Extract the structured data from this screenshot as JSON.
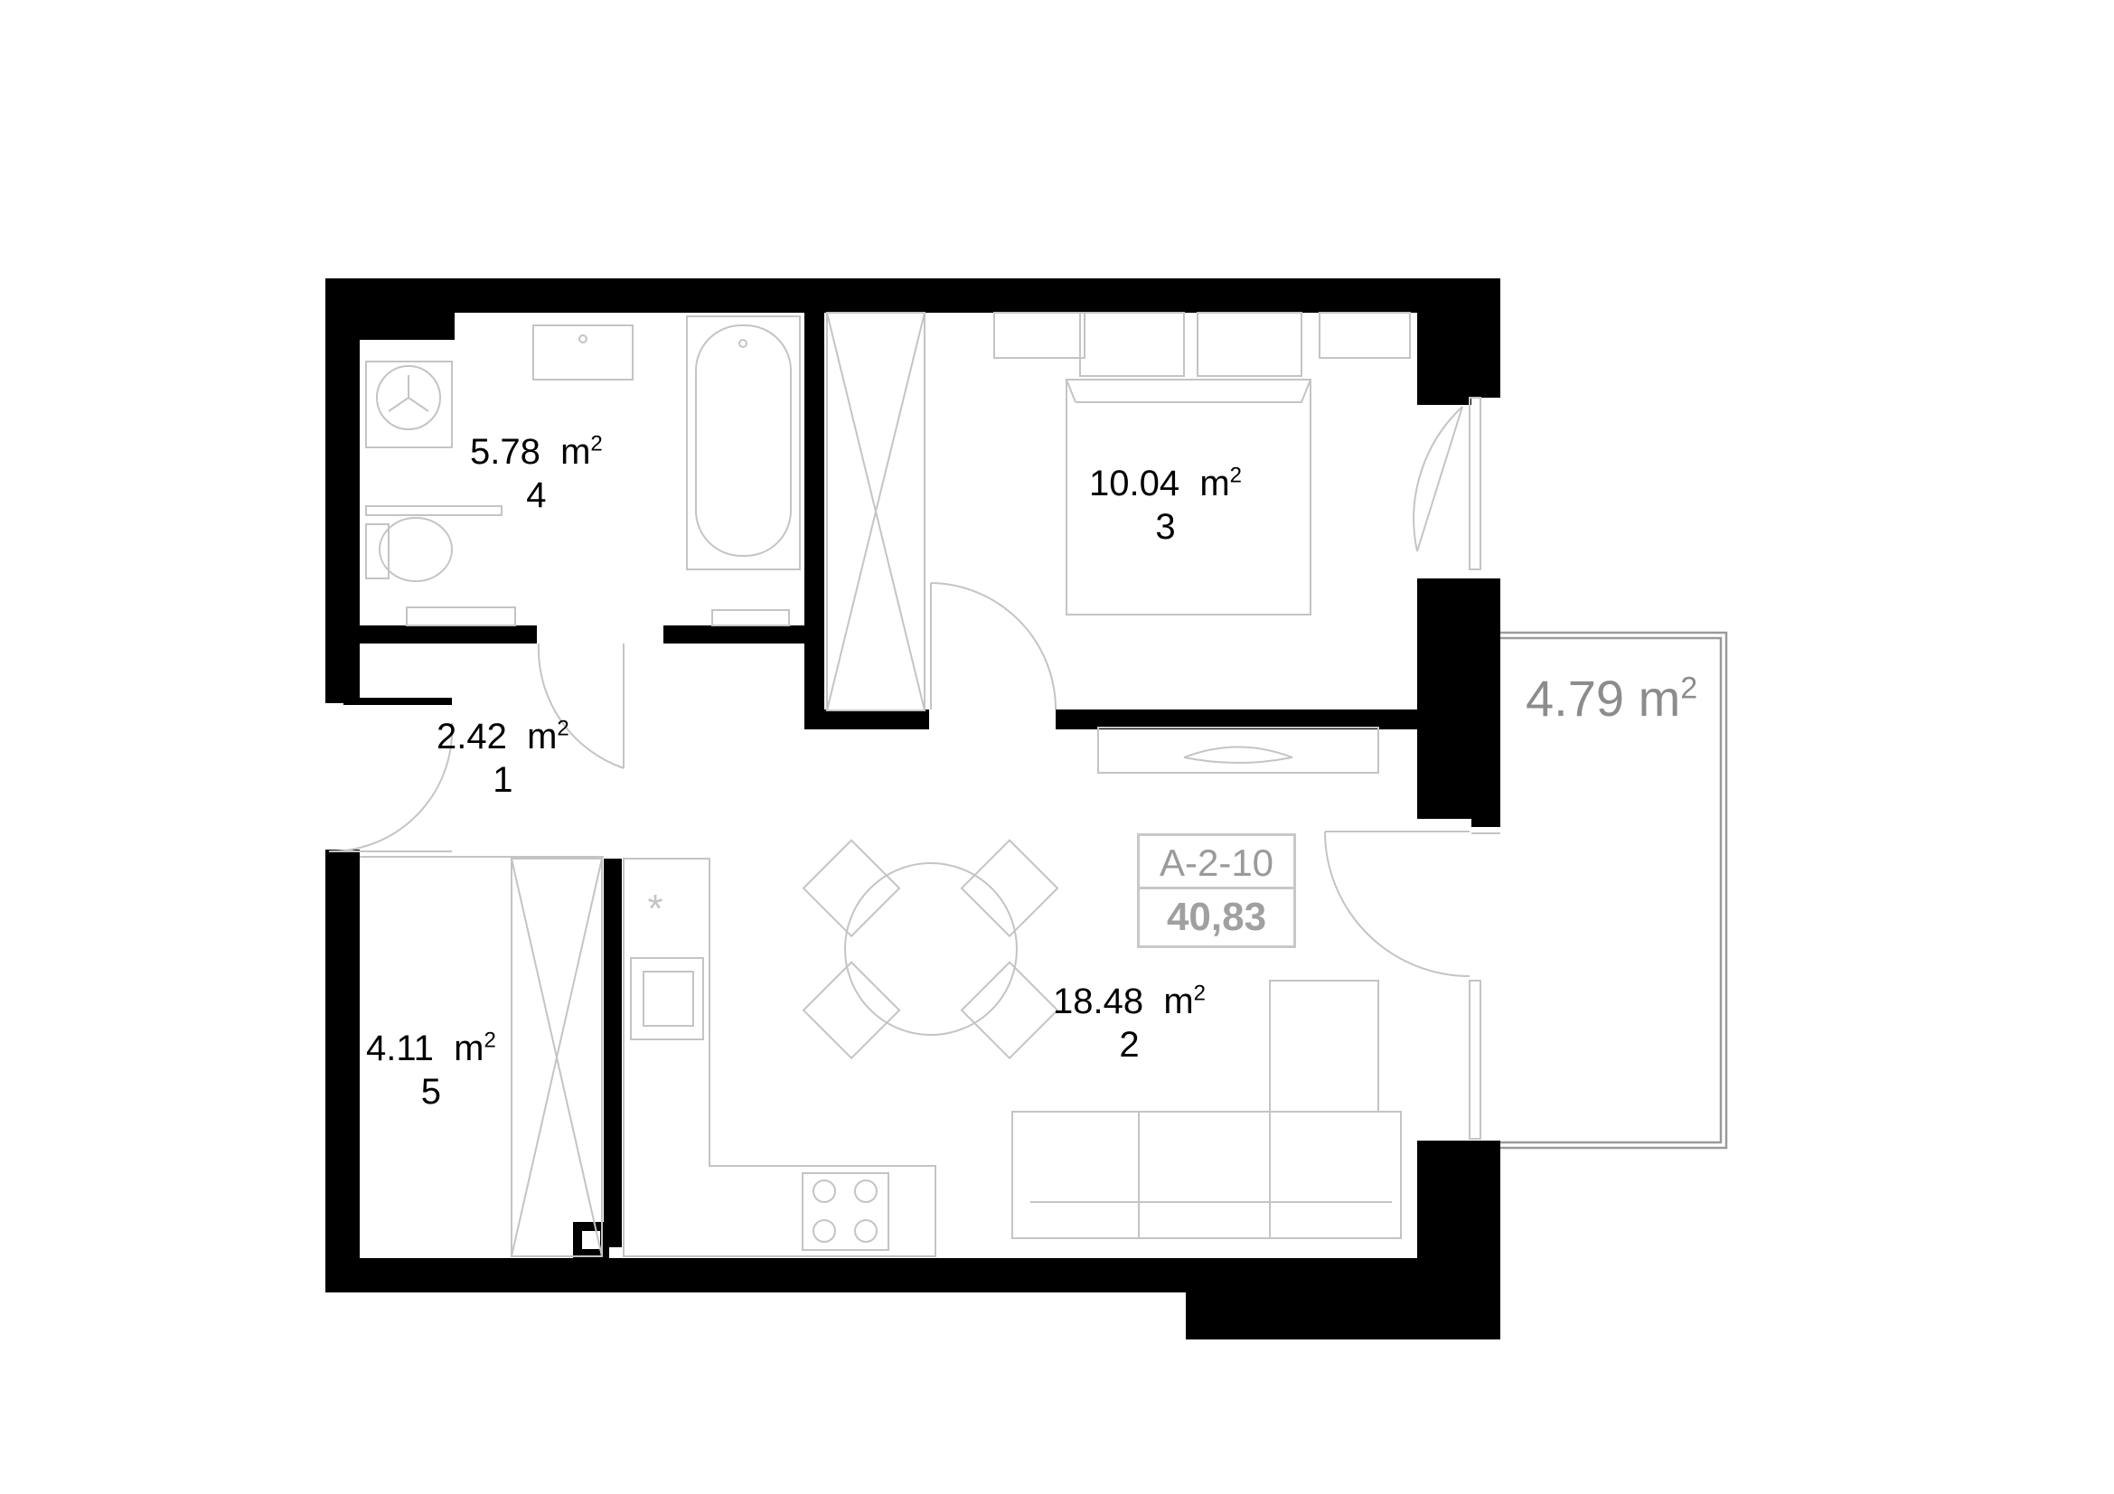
{
  "plan": {
    "unit_code": "A-2-10",
    "total_area": "40,83",
    "area_unit": "m",
    "area_exponent": "2",
    "rooms": [
      {
        "id": "1",
        "area": "2.42"
      },
      {
        "id": "2",
        "area": "18.48"
      },
      {
        "id": "3",
        "area": "10.04"
      },
      {
        "id": "4",
        "area": "5.78"
      },
      {
        "id": "5",
        "area": "4.11"
      }
    ],
    "balcony": {
      "area": "4.79"
    }
  },
  "colors": {
    "wall": "#000000",
    "furniture": "#c4c4c4",
    "balcony_text": "#8c8c8c",
    "tag": "#a0a0a0"
  }
}
